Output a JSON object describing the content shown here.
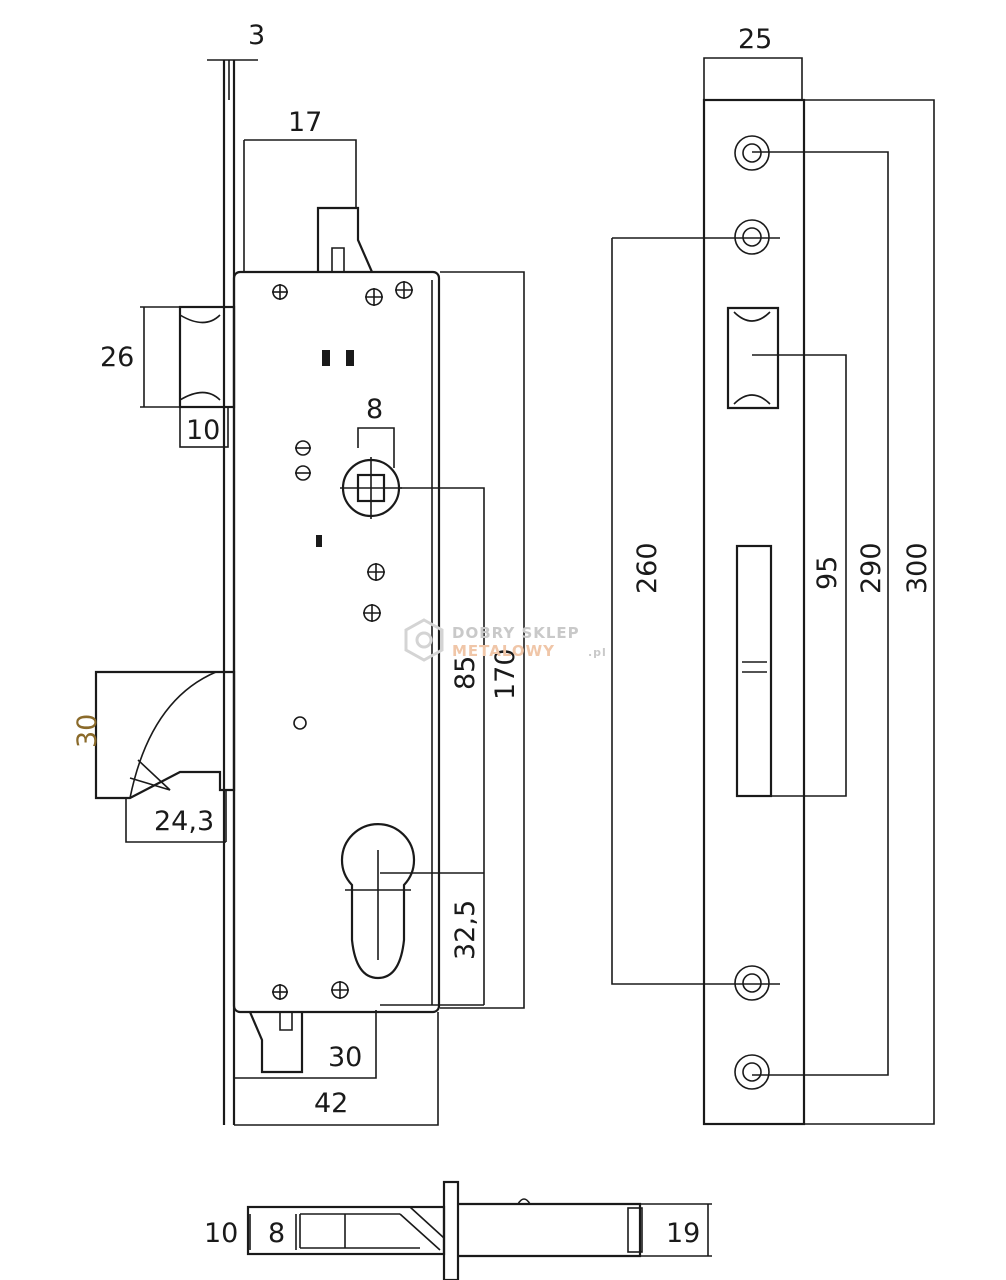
{
  "dimensions": {
    "d3": "3",
    "d17": "17",
    "d26": "26",
    "d10_top": "10",
    "d8_top": "8",
    "d30_left": "30",
    "d24_3": "24,3",
    "d85": "85",
    "d170": "170",
    "d32_5": "32,5",
    "d30_bottom": "30",
    "d42": "42",
    "d25": "25",
    "d260": "260",
    "d95": "95",
    "d290": "290",
    "d300": "300",
    "d10_bot": "10",
    "d8_bot": "8",
    "d19": "19"
  },
  "watermark": {
    "line1": "DOBRY SKLEP",
    "line2": "METALOWY",
    "suffix": ".pl"
  },
  "colors": {
    "line": "#1a1a1a",
    "accent_dim": "#8a6a2a"
  }
}
